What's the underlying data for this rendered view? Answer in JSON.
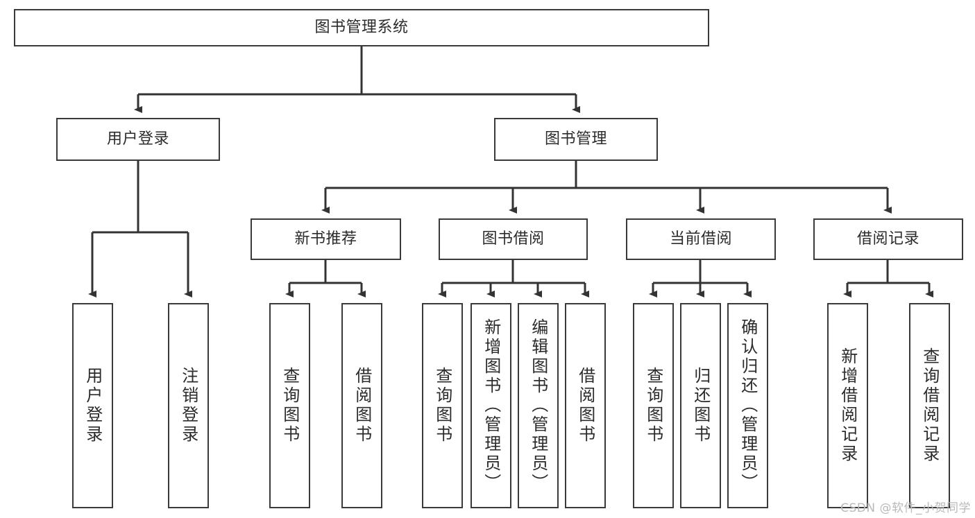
{
  "diagram": {
    "title_node": {
      "id": "root",
      "label": "图书管理系统"
    },
    "level2": [
      {
        "id": "user-login",
        "label": "用户登录"
      },
      {
        "id": "book-manage",
        "label": "图书管理"
      }
    ],
    "level3": [
      {
        "id": "new-book-rec",
        "label": "新书推荐"
      },
      {
        "id": "book-borrow",
        "label": "图书借阅"
      },
      {
        "id": "current-borrow",
        "label": "当前借阅"
      },
      {
        "id": "borrow-record",
        "label": "借阅记录"
      }
    ],
    "leaves": {
      "user_login": [
        {
          "id": "leaf-user-login",
          "label": "用户登录"
        },
        {
          "id": "leaf-logout",
          "label": "注销登录"
        }
      ],
      "new_book_rec": [
        {
          "id": "leaf-query-book-1",
          "label": "查询图书"
        },
        {
          "id": "leaf-borrow-book-1",
          "label": "借阅图书"
        }
      ],
      "book_borrow": [
        {
          "id": "leaf-query-book-2",
          "label": "查询图书"
        },
        {
          "id": "leaf-add-book",
          "label": "新增图书（管理员）"
        },
        {
          "id": "leaf-edit-book",
          "label": "编辑图书（管理员）"
        },
        {
          "id": "leaf-borrow-book-2",
          "label": "借阅图书"
        }
      ],
      "current_borrow": [
        {
          "id": "leaf-query-book-3",
          "label": "查询图书"
        },
        {
          "id": "leaf-return-book",
          "label": "归还图书"
        },
        {
          "id": "leaf-confirm-return",
          "label": "确认归还（管理员）"
        }
      ],
      "borrow_record": [
        {
          "id": "leaf-add-record",
          "label": "新增借阅记录"
        },
        {
          "id": "leaf-query-record",
          "label": "查询借阅记录"
        }
      ]
    }
  },
  "watermark": {
    "text": "CSDN @软件_小贺同学"
  },
  "colors": {
    "border": "#3a3a3a",
    "text": "#2b2b2b",
    "line": "#333333",
    "background": "#ffffff",
    "watermark": "#b9b9b9"
  }
}
